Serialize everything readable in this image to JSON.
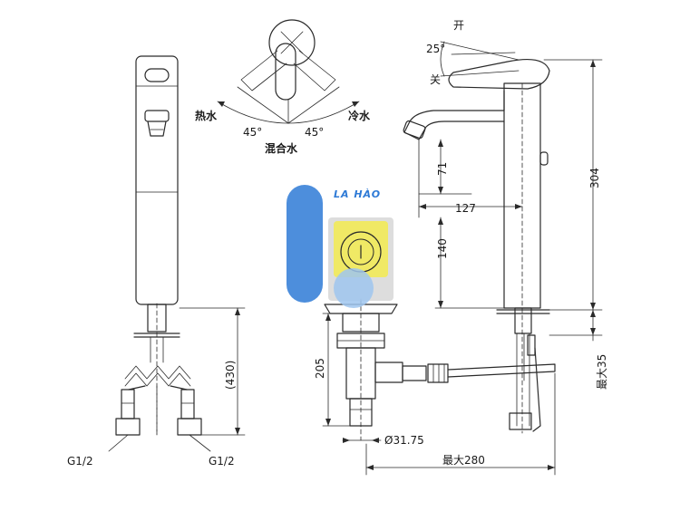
{
  "logo": {
    "text": "LA HÀO",
    "colors": {
      "blue": "#2e7ad6",
      "light_blue": "#9fc6ee",
      "yellow": "#f2ea58",
      "grey": "#b8b8b8"
    }
  },
  "labels": {
    "hot_water": "热水",
    "cold_water": "冷水",
    "mixed_water": "混合水",
    "angle_left": "45°",
    "angle_right": "45°",
    "open": "开",
    "close": "关",
    "lever_angle": "25°",
    "thread_left": "G1/2",
    "thread_right": "G1/2",
    "dim_430": "(430)",
    "dim_205": "205",
    "dim_drain": "Ø31.75",
    "dim_280": "最大280",
    "dim_71": "71",
    "dim_127": "127",
    "dim_140": "140",
    "dim_304": "304",
    "dim_35": "最大35"
  }
}
